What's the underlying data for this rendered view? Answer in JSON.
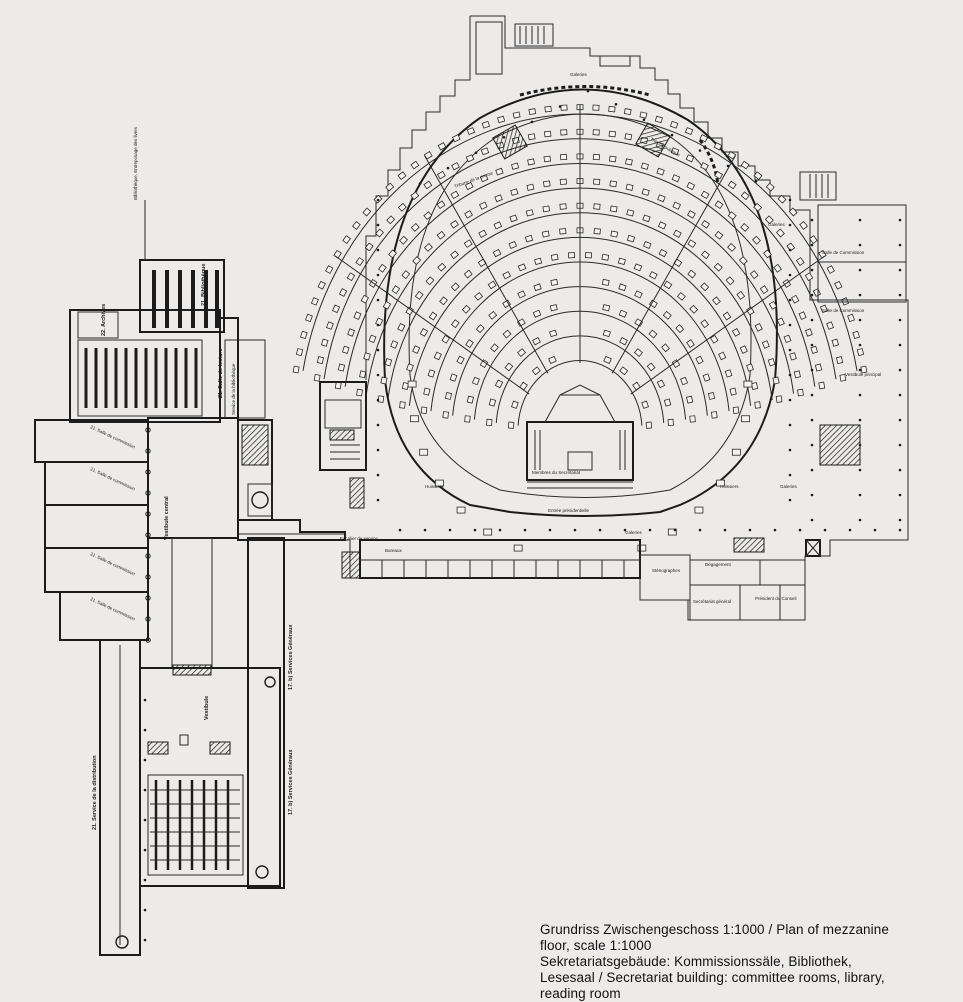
{
  "caption": {
    "lines": [
      "Grundriss Zwischengeschoss 1:1000 / Plan of mezzanine",
      "floor, scale 1:1000",
      "Sekretariatsgebäude: Kommissionssäle, Bibliothek,",
      "Lesesaal / Secretariat building: committee rooms, library,",
      "reading room"
    ]
  },
  "labels": {
    "bibliotheque": "Bibliothèque, Entreposage des livres",
    "archives": "22. Archives",
    "bibliotheque_21": "21. Bibliothèque",
    "salle_lecture": "21. Salle de lecture",
    "service_bib": "Service de la bibliothèque",
    "vestibule_central": "Vestibule central",
    "salle_commission_1": "21. Salle de commission",
    "salle_commission_2": "21. Salle de commission",
    "salle_commission_3": "21. Salle de commission",
    "salle_commission_4": "21. Salle de commission",
    "services_generaux_1": "17. b) Services Généraux",
    "services_generaux_2": "17. b) Services Généraux",
    "service_distribution": "21. Service de la distribution",
    "vestibule": "Vestibule",
    "galeries_1": "Galeries",
    "galeries_2": "Galeries",
    "galeries_3": "Galeries",
    "galeries_4": "Galeries",
    "vestibule_principal": "Vestibule principal",
    "salle_commission_r1": "Salle de Commission",
    "salle_commission_r2": "Salle de Commission",
    "bureaux": "Bureaux",
    "stenographes": "Sténographes",
    "degagement": "Dégagement",
    "secretariat_general": "Secrétariat général",
    "president_conseil": "Président du Conseil",
    "tribune_presse": "Tribune de la presse",
    "entree_presidentielle": "Entrée présidentielle",
    "membres_secretariat": "Membres du Secrétariat",
    "huissiers_1": "Huissiers",
    "huissiers_2": "Huissiers",
    "escalier_service": "Escalier de service",
    "tribune_publique": "Tribune publique"
  }
}
